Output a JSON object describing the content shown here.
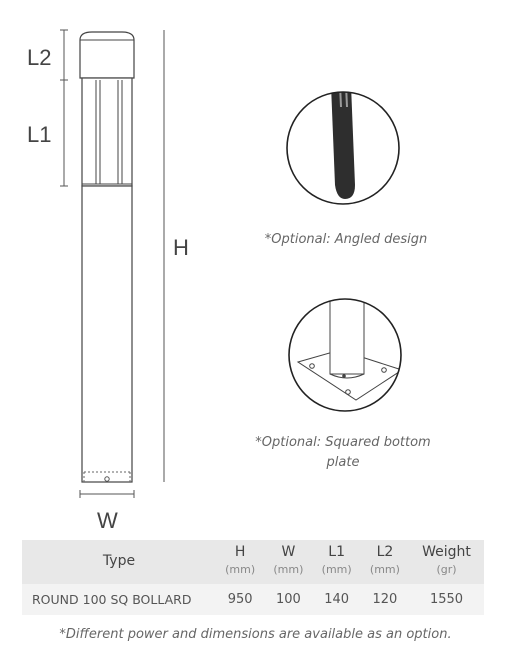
{
  "dimensions": {
    "l2": "L2",
    "l1": "L1",
    "h": "H",
    "w": "W"
  },
  "options": {
    "angled": "*Optional: Angled design",
    "squared_line1": "*Optional: Squared bottom",
    "squared_line2": "plate"
  },
  "table": {
    "headers": [
      {
        "label": "Type",
        "unit": ""
      },
      {
        "label": "H",
        "unit": "(mm)"
      },
      {
        "label": "W",
        "unit": "(mm)"
      },
      {
        "label": "L1",
        "unit": "(mm)"
      },
      {
        "label": "L2",
        "unit": "(mm)"
      },
      {
        "label": "Weight",
        "unit": "(gr)"
      }
    ],
    "row": {
      "type": "ROUND 100 SQ BOLLARD",
      "h": "950",
      "w": "100",
      "l1": "140",
      "l2": "120",
      "weight": "1550"
    }
  },
  "footnote": "*Different power and dimensions are available as an option."
}
